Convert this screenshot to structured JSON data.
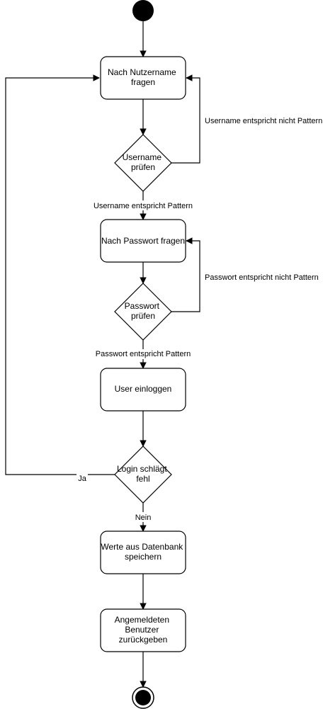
{
  "nodes": {
    "ask_username": [
      "Nach Nutzername",
      "fragen"
    ],
    "check_username": [
      "Username",
      "prüfen"
    ],
    "ask_password": [
      "Nach Passwort fragen"
    ],
    "check_password": [
      "Passwort",
      "prüfen"
    ],
    "login_user": [
      "User einloggen"
    ],
    "login_fails": [
      "Login schlägt",
      "fehl"
    ],
    "save_values": [
      "Werte aus Datenbank",
      "speichern"
    ],
    "return_user": [
      "Angemeldeten",
      "Benutzer",
      "zurückgeben"
    ]
  },
  "edge_labels": {
    "username_not_pattern": "Username entspricht nicht Pattern",
    "username_pattern": "Username entspricht Pattern",
    "password_not_pattern": "Passwort entspricht nicht Pattern",
    "password_pattern": "Passwort entspricht Pattern",
    "yes": "Ja",
    "no": "Nein"
  }
}
